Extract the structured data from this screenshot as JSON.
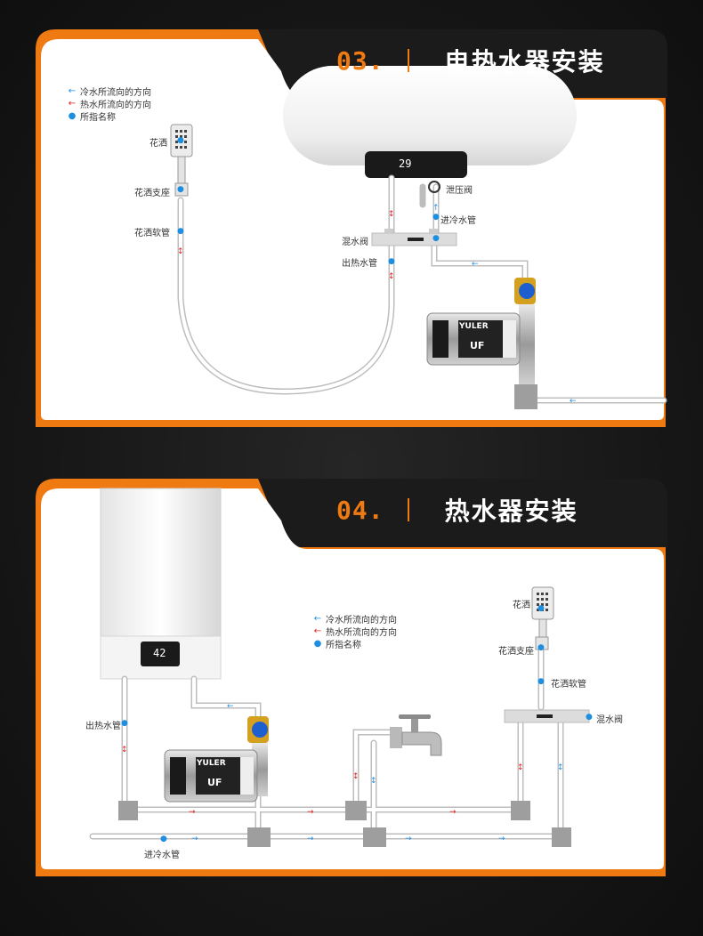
{
  "colors": {
    "accent": "#f07a12",
    "cold": "#1e8fe0",
    "hot": "#e02020",
    "dot": "#1e8fe0"
  },
  "legend": [
    {
      "symbol": "←",
      "text": "冷水所流向的方向",
      "color": "#1e8fe0"
    },
    {
      "symbol": "←",
      "text": "热水所流向的方向",
      "color": "#e02020"
    },
    {
      "symbol": "●",
      "text": "所指名称",
      "color": "#1e8fe0"
    }
  ],
  "section3": {
    "number": "03.",
    "title": "电热水器安装",
    "heater_display": "29",
    "pump_brand": "YULER",
    "pump_model": "UF",
    "labels": {
      "shower": "花洒",
      "shower_holder": "花洒支座",
      "shower_hose": "花洒软管",
      "relief_valve": "泄压阀",
      "cold_inlet": "进冷水管",
      "mixing_valve": "混水阀",
      "hot_outlet": "出热水管"
    }
  },
  "section4": {
    "number": "04.",
    "title": "热水器安装",
    "heater_display": "42",
    "pump_brand": "YULER",
    "pump_model": "UF",
    "labels": {
      "shower": "花洒",
      "shower_holder": "花洒支座",
      "shower_hose": "花洒软管",
      "mixing_valve": "混水阀",
      "hot_outlet": "出热水管",
      "cold_inlet": "进冷水管"
    }
  }
}
